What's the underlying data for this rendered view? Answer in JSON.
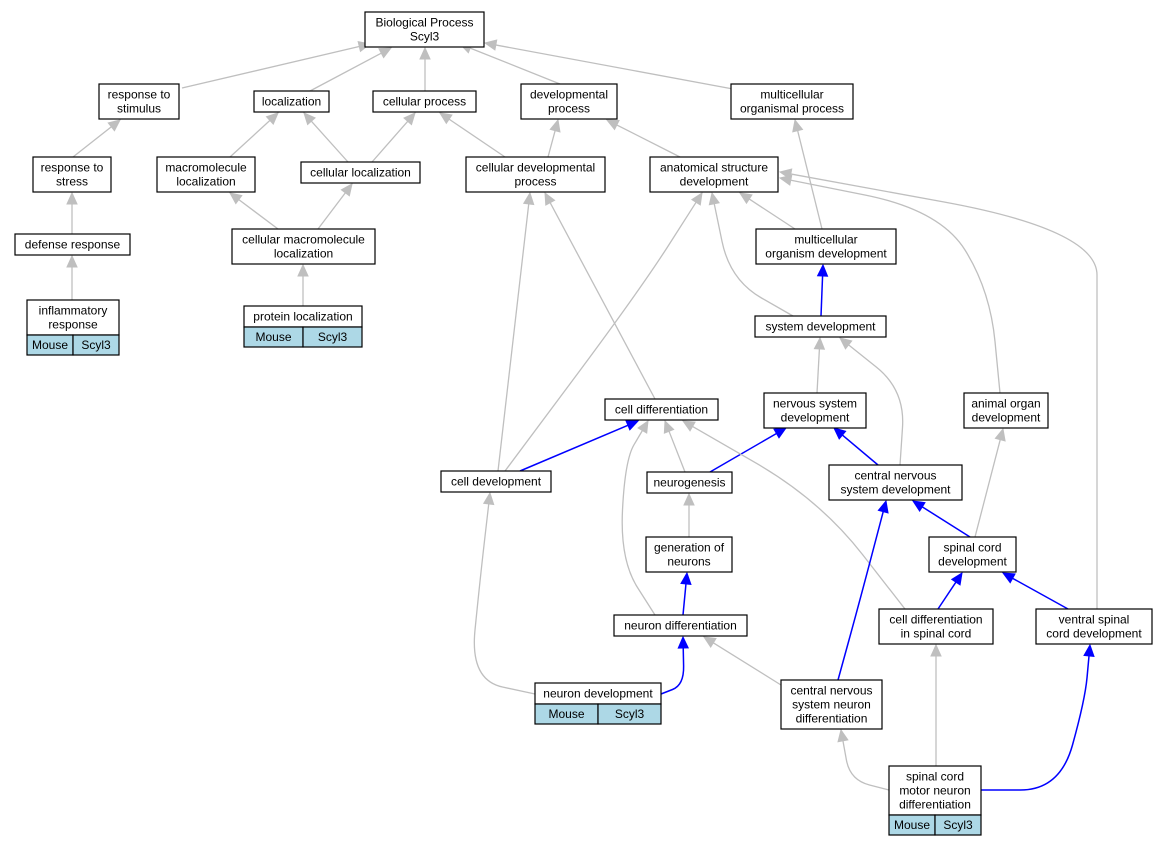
{
  "nodes": {
    "bp": {
      "lines": [
        "Biological Process",
        "Scyl3"
      ]
    },
    "rts": {
      "lines": [
        "response to",
        "stimulus"
      ]
    },
    "loc": {
      "lines": [
        "localization"
      ]
    },
    "cp": {
      "lines": [
        "cellular process"
      ]
    },
    "dp": {
      "lines": [
        "developmental",
        "process"
      ]
    },
    "mop": {
      "lines": [
        "multicellular",
        "organismal process"
      ]
    },
    "rtstress": {
      "lines": [
        "response to",
        "stress"
      ]
    },
    "ml": {
      "lines": [
        "macromolecule",
        "localization"
      ]
    },
    "cl": {
      "lines": [
        "cellular localization"
      ]
    },
    "cdp": {
      "lines": [
        "cellular developmental",
        "process"
      ]
    },
    "asd": {
      "lines": [
        "anatomical structure",
        "development"
      ]
    },
    "dr": {
      "lines": [
        "defense response"
      ]
    },
    "cml": {
      "lines": [
        "cellular macromolecule",
        "localization"
      ]
    },
    "mod": {
      "lines": [
        "multicellular",
        "organism development"
      ]
    },
    "ir": {
      "lines": [
        "inflammatory",
        "response"
      ],
      "tags": [
        "Mouse",
        "Scyl3"
      ]
    },
    "pl": {
      "lines": [
        "protein localization"
      ],
      "tags": [
        "Mouse",
        "Scyl3"
      ]
    },
    "sd": {
      "lines": [
        "system development"
      ]
    },
    "nsd": {
      "lines": [
        "nervous system",
        "development"
      ]
    },
    "aod": {
      "lines": [
        "animal organ",
        "development"
      ]
    },
    "cdiff": {
      "lines": [
        "cell differentiation"
      ]
    },
    "cdev": {
      "lines": [
        "cell development"
      ]
    },
    "ng": {
      "lines": [
        "neurogenesis"
      ]
    },
    "cnsd": {
      "lines": [
        "central nervous",
        "system development"
      ]
    },
    "gon": {
      "lines": [
        "generation of",
        "neurons"
      ]
    },
    "scd": {
      "lines": [
        "spinal cord",
        "development"
      ]
    },
    "nd": {
      "lines": [
        "neuron differentiation"
      ]
    },
    "cdisc": {
      "lines": [
        "cell differentiation",
        "in spinal cord"
      ]
    },
    "vscd": {
      "lines": [
        "ventral spinal",
        "cord development"
      ]
    },
    "ndev": {
      "lines": [
        "neuron development"
      ],
      "tags": [
        "Mouse",
        "Scyl3"
      ]
    },
    "cnsnd": {
      "lines": [
        "central nervous",
        "system neuron",
        "differentiation"
      ]
    },
    "scmnd": {
      "lines": [
        "spinal cord",
        "motor neuron",
        "differentiation"
      ],
      "tags": [
        "Mouse",
        "Scyl3"
      ]
    }
  },
  "colors": {
    "edge_gray": "#bfbfbf",
    "edge_blue": "#0000ff",
    "tag_fill": "#add8e6"
  }
}
